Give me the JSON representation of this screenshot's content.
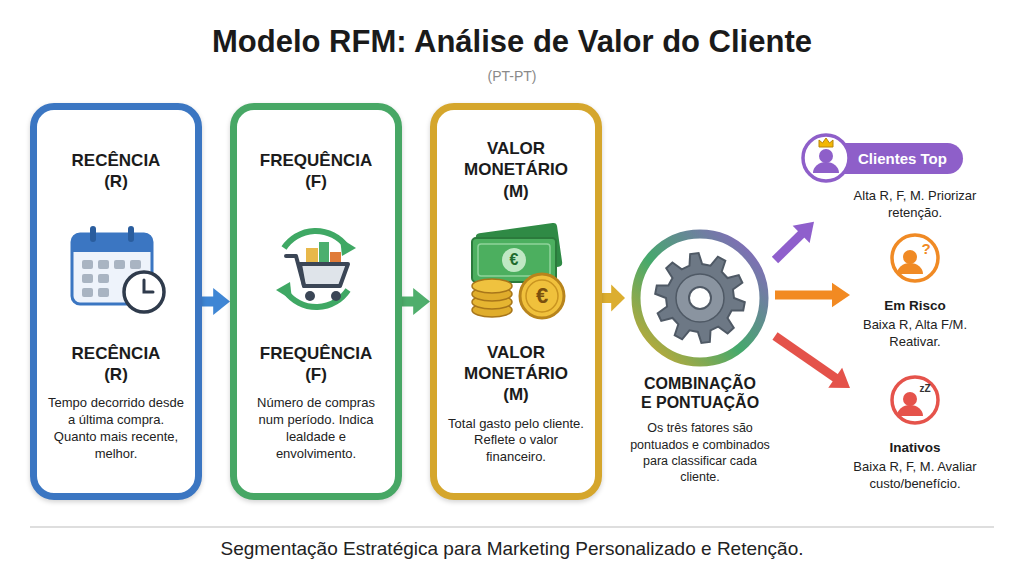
{
  "diagram": {
    "title": "Modelo RFM: Análise de Valor do Cliente",
    "caption": "Segmentação Estratégica para Marketing Personalizado e Retenção.",
    "nodes": [
      {
        "text": [
          "RECÊNCIA (R)",
          "RECÊNCIA (R)",
          "Tempo decorrido desde a última compra. Quanto mais recente, melhor."
        ]
      },
      {
        "text": [
          "FREQUÊNCIA (F)",
          "FREQUÊNCIA (F)",
          "Número de compras num período. Indica lealdade e envolvimento."
        ]
      },
      {
        "text": [
          "VALOR MONETÁRIO (M)",
          "VALOR MONETÁRIO (M)",
          "Total gasto pelo cliente. Reflete o valor financeiro."
        ]
      },
      {
        "text": [
          "COMBINAÇÃO E PONTUAÇÃO",
          "Os três fatores são pontuados e combinados para classificar cada cliente."
        ]
      },
      {
        "text": [
          "Clientes Top",
          "Alta R, F, M. Priorizar retenção."
        ]
      },
      {
        "text": [
          "Em Risco",
          "Baixa R, Alta F/M. Reativar."
        ]
      },
      {
        "text": [
          "Inativos",
          "Baixa R, F, M. Avaliar custo/benefício."
        ]
      }
    ],
    "edges": [
      {
        "from": 0,
        "to": 1,
        "arrow": "to"
      },
      {
        "from": 1,
        "to": 2,
        "arrow": "to"
      },
      {
        "from": 2,
        "to": 3,
        "arrow": "to"
      },
      {
        "from": 3,
        "to": 4,
        "arrow": "to"
      },
      {
        "from": 3,
        "to": 5,
        "arrow": "to"
      },
      {
        "from": 3,
        "to": 6,
        "arrow": "to"
      }
    ],
    "labels": [
      "(PT-PT)",
      "€",
      "€",
      "?",
      "zZ"
    ]
  }
}
